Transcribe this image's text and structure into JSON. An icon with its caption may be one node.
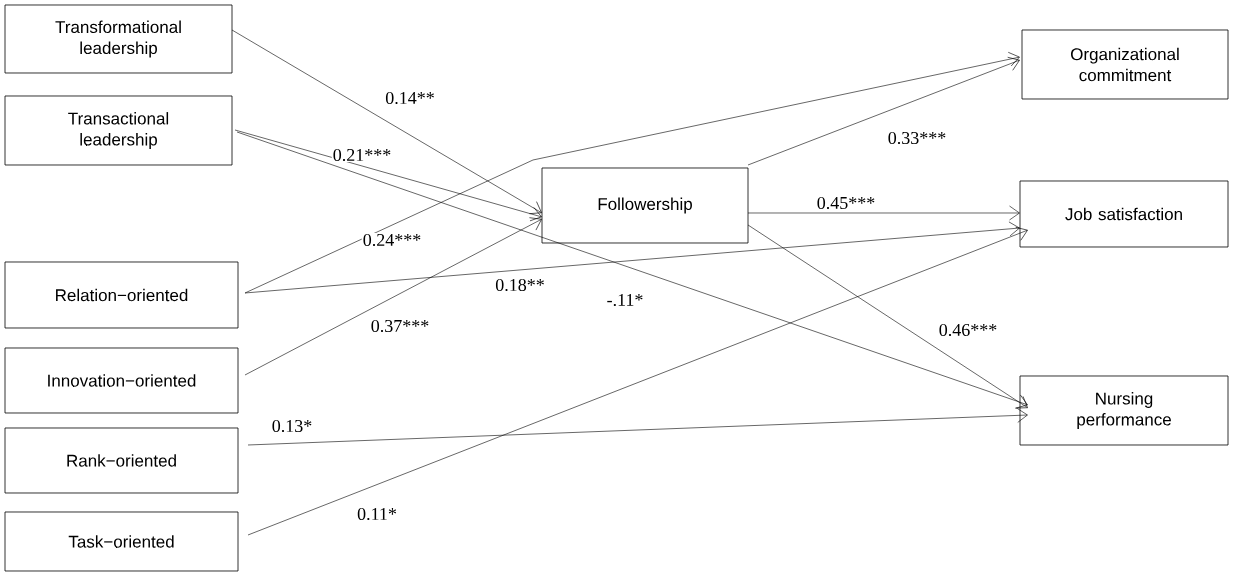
{
  "diagram": {
    "nodes": [
      {
        "text": [
          "Transformational leadership"
        ]
      },
      {
        "text": [
          "Transactional leadership"
        ]
      },
      {
        "text": [
          "Relation−oriented"
        ]
      },
      {
        "text": [
          "Innovation−oriented"
        ]
      },
      {
        "text": [
          "Rank−oriented"
        ]
      },
      {
        "text": [
          "Task−oriented"
        ]
      },
      {
        "text": [
          "Followership"
        ]
      },
      {
        "text": [
          "Organizational commitment"
        ]
      },
      {
        "text": [
          "Job satisfaction"
        ]
      },
      {
        "text": [
          "Nursing performance"
        ]
      }
    ],
    "edges": [
      {
        "from": 0,
        "to": 6,
        "arrow": "to",
        "label": "0.14**"
      },
      {
        "from": 1,
        "to": 6,
        "arrow": "to",
        "label": "0.21***"
      },
      {
        "from": 1,
        "to": 9,
        "arrow": "to",
        "label": "-.11*"
      },
      {
        "from": 2,
        "to": 7,
        "arrow": "to",
        "label": "0.24***"
      },
      {
        "from": 2,
        "to": 8,
        "arrow": "to",
        "label": "0.18**"
      },
      {
        "from": 3,
        "to": 6,
        "arrow": "to",
        "label": "0.37***"
      },
      {
        "from": 4,
        "to": 9,
        "arrow": "to",
        "label": "0.13*"
      },
      {
        "from": 5,
        "to": 8,
        "arrow": "to",
        "label": "0.11*"
      },
      {
        "from": 6,
        "to": 7,
        "arrow": "to",
        "label": "0.33***"
      },
      {
        "from": 6,
        "to": 8,
        "arrow": "to",
        "label": "0.45***"
      },
      {
        "from": 6,
        "to": 9,
        "arrow": "to",
        "label": "0.46***"
      }
    ]
  }
}
